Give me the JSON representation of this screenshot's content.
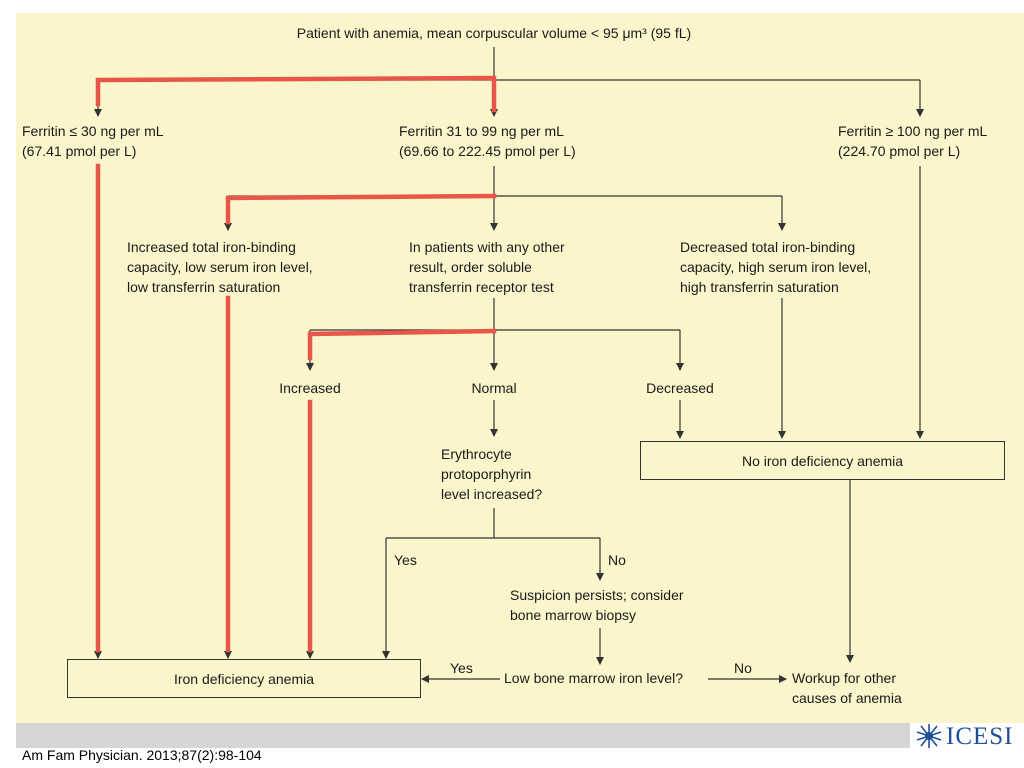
{
  "flowchart": {
    "start": "Patient with anemia, mean corpuscular volume < 95 μm³ (95 fL)",
    "ferritin_low": [
      "Ferritin ≤ 30 ng per mL",
      "(67.41 pmol per L)"
    ],
    "ferritin_mid": [
      "Ferritin 31 to 99 ng per mL",
      "(69.66 to 222.45 pmol per L)"
    ],
    "ferritin_high": [
      "Ferritin ≥ 100 ng per mL",
      "(224.70 pmol per L)"
    ],
    "tibc_increased": [
      "Increased total iron-binding",
      "capacity, low serum iron level,",
      "low transferrin saturation"
    ],
    "other_result": [
      "In patients with any other",
      "result, order soluble",
      "transferrin receptor test"
    ],
    "tibc_decreased": [
      "Decreased total iron-binding",
      "capacity, high serum iron level,",
      "high transferrin saturation"
    ],
    "stfr_increased": "Increased",
    "stfr_normal": "Normal",
    "stfr_decreased": "Decreased",
    "ep_question": [
      "Erythrocyte",
      "protoporphyrin",
      "level increased?"
    ],
    "no_ida": "No iron deficiency anemia",
    "yes_1": "Yes",
    "no_1": "No",
    "suspicion": [
      "Suspicion persists; consider",
      "bone marrow biopsy"
    ],
    "ida": "Iron deficiency anemia",
    "yes_2": "Yes",
    "low_marrow": "Low bone marrow iron level?",
    "no_2": "No",
    "workup": [
      "Workup for other",
      "causes of anemia"
    ]
  },
  "colors": {
    "panel": "#fbf5cc",
    "line": "#333333",
    "highlight": "#e8564a",
    "logo_blue": "#1e4f9a"
  },
  "footer": {
    "citation": "Am Fam Physician. 2013;87(2):98-104",
    "logo_text": "ICESI"
  }
}
